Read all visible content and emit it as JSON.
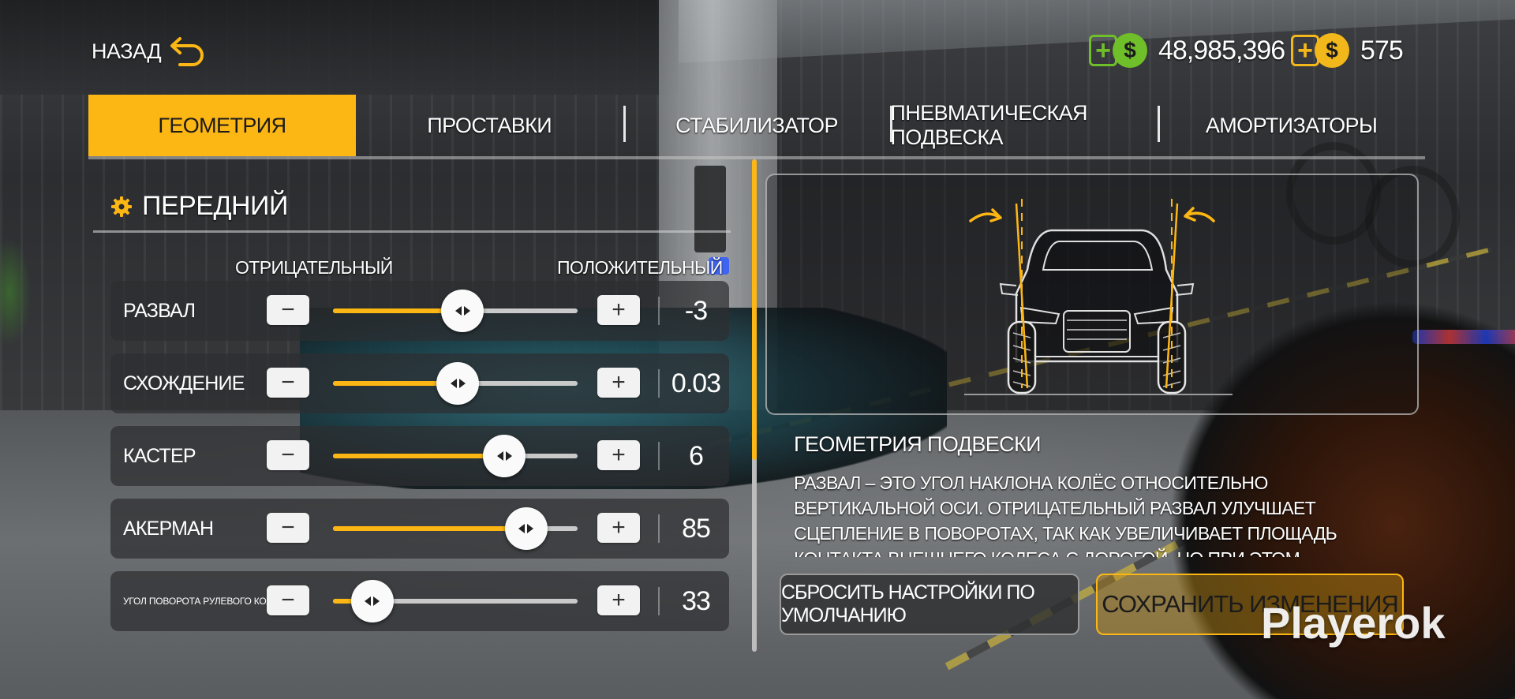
{
  "topbar": {
    "back_label": "НАЗАД",
    "cash": {
      "amount": "48,985,396",
      "plus": "+",
      "coin": "$"
    },
    "gold": {
      "amount": "575",
      "plus": "+",
      "coin": "$"
    }
  },
  "tabs": [
    {
      "label": "ГЕОМЕТРИЯ",
      "active": true
    },
    {
      "label": "ПРОСТАВКИ",
      "active": false
    },
    {
      "label": "СТАБИЛИЗАТОР",
      "active": false
    },
    {
      "label": "ПНЕВМАТИЧЕСКАЯ ПОДВЕСКА",
      "active": false
    },
    {
      "label": "АМОРТИЗАТОРЫ",
      "active": false
    }
  ],
  "section": {
    "title": "ПЕРЕДНИЙ",
    "negative_label": "ОТРИЦАТЕЛЬНЫЙ",
    "positive_label": "ПОЛОЖИТЕЛЬНЫЙ"
  },
  "settings": [
    {
      "label": "РАЗВАЛ",
      "value": "-3",
      "slider_fraction": 0.53,
      "minus": "−",
      "plus": "+"
    },
    {
      "label": "СХОЖДЕНИЕ",
      "value": "0.03",
      "slider_fraction": 0.51,
      "minus": "−",
      "plus": "+"
    },
    {
      "label": "КАСТЕР",
      "value": "6",
      "slider_fraction": 0.7,
      "minus": "−",
      "plus": "+"
    },
    {
      "label": "АКЕРМАН",
      "value": "85",
      "slider_fraction": 0.79,
      "minus": "−",
      "plus": "+"
    },
    {
      "label": "УГОЛ ПОВОРОТА РУЛЕВОГО КОЛЕСА",
      "value": "33",
      "slider_fraction": 0.16,
      "minus": "−",
      "plus": "+"
    }
  ],
  "scroll_fraction": 0.61,
  "description": {
    "title": "ГЕОМЕТРИЯ ПОДВЕСКИ",
    "text": "РАЗВАЛ – ЭТО УГОЛ НАКЛОНА КОЛЁС ОТНОСИТЕЛЬНО ВЕРТИКАЛЬНОЙ ОСИ. ОТРИЦАТЕЛЬНЫЙ РАЗВАЛ УЛУЧШАЕТ СЦЕПЛЕНИЕ В ПОВОРОТАХ, ТАК КАК УВЕЛИЧИВАЕТ ПЛОЩАДЬ КОНТАКТА ВНЕШНЕГО КОЛЕСА С ДОРОГОЙ, НО ПРИ ЭТОМ ПРИВОДИТ К БОЛЕЕ БЫСТРОМУ ИЗНОСУ ВНУТРЕННЕЙ ЧАСТИ ШИН. ПОЛОЖИТЕЛЬНЫЙ"
  },
  "buttons": {
    "reset_label": "СБРОСИТЬ НАСТРОЙКИ ПО УМОЛЧАНИЮ",
    "save_label": "СОХРАНИТЬ ИЗМЕНЕНИЯ"
  },
  "watermark": "Playerok",
  "colors": {
    "accent": "#fdb714",
    "cash_green": "#6fbf2a",
    "gold_yellow": "#f2b71a"
  },
  "icons": {
    "back": "undo-arrow-icon",
    "section": "gear-icon",
    "preview_arrows": "curved-arrow-icon"
  }
}
